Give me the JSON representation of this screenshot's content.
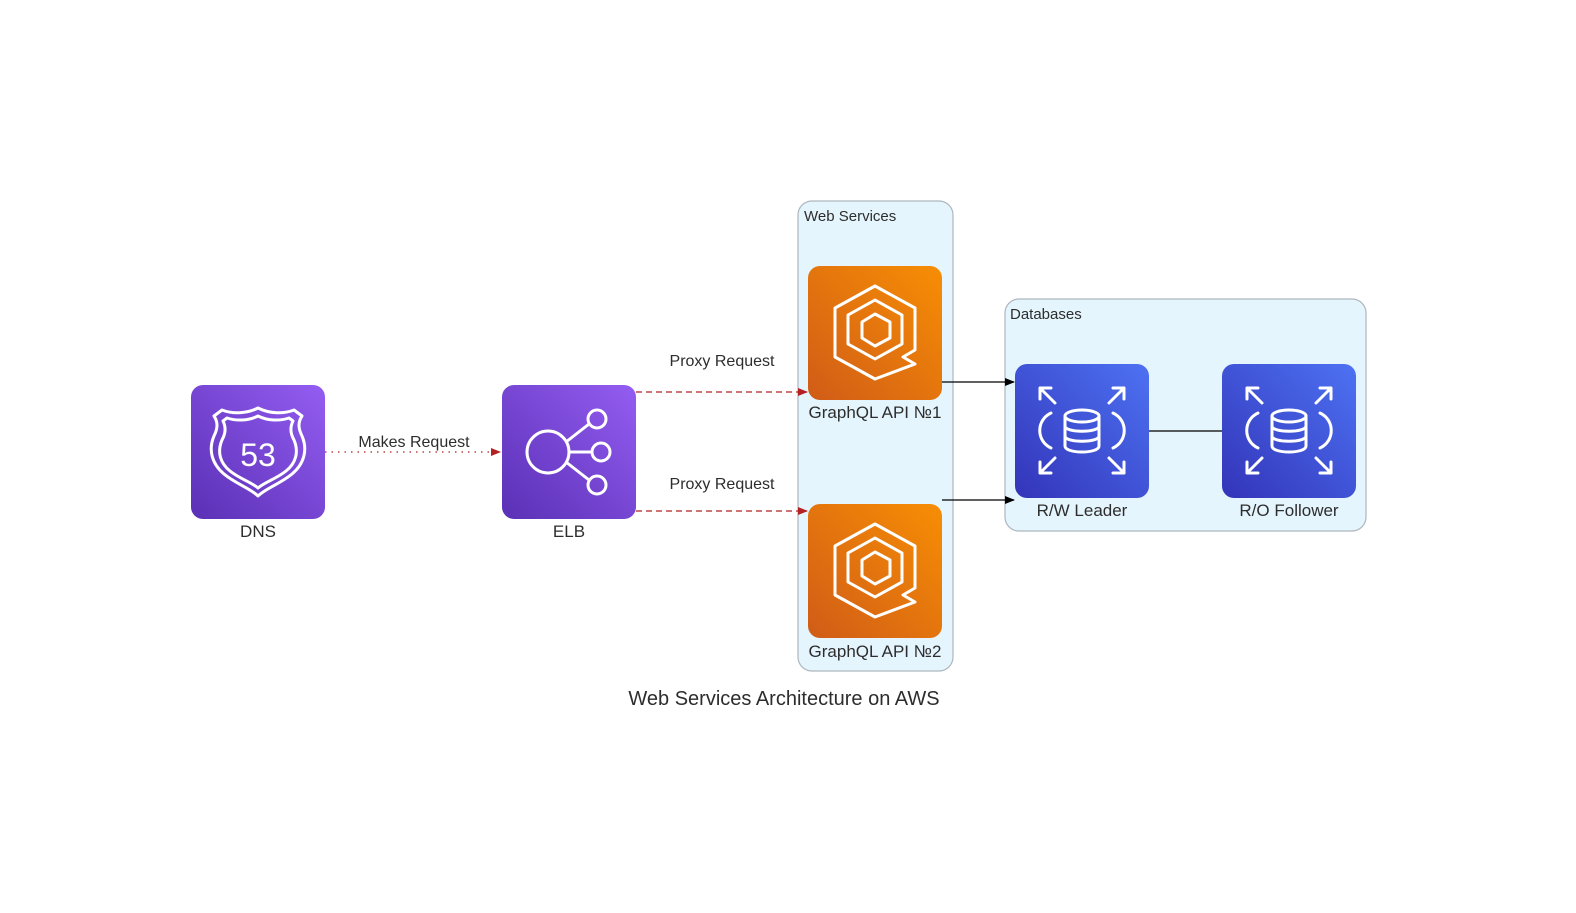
{
  "diagram": {
    "caption": "Web Services Architecture on AWS",
    "clusters": {
      "web": {
        "label": "Web Services"
      },
      "db": {
        "label": "Databases"
      }
    },
    "nodes": {
      "dns": {
        "label": "DNS",
        "icon": "route53-shield-icon",
        "color_top": "#945df2",
        "color_bottom": "#5a30b5"
      },
      "elb": {
        "label": "ELB",
        "icon": "load-balancer-icon",
        "color_top": "#945df2",
        "color_bottom": "#5a30b5"
      },
      "api1": {
        "label": "GraphQL API №1",
        "icon": "ecs-hexagon-icon",
        "color_top": "#f78e04",
        "color_bottom": "#d05c17"
      },
      "api2": {
        "label": "GraphQL API №2",
        "icon": "ecs-hexagon-icon",
        "color_top": "#f78e04",
        "color_bottom": "#d05c17"
      },
      "leader": {
        "label": "R/W Leader",
        "icon": "rds-database-icon",
        "color_top": "#4d72f3",
        "color_bottom": "#3334b9"
      },
      "follower": {
        "label": "R/O Follower",
        "icon": "rds-database-icon",
        "color_top": "#4d72f3",
        "color_bottom": "#3334b9"
      }
    },
    "edges": {
      "dns_elb": {
        "label": "Makes Request",
        "style": "dotted",
        "color": "#b22222"
      },
      "elb_api1": {
        "label": "Proxy Request",
        "style": "dashed",
        "color": "#b22222"
      },
      "elb_api2": {
        "label": "Proxy Request",
        "style": "dashed",
        "color": "#b22222"
      },
      "api1_leader": {
        "label": "",
        "style": "solid",
        "color": "#000000"
      },
      "api2_leader": {
        "label": "",
        "style": "solid",
        "color": "#000000"
      },
      "leader_follower": {
        "label": "",
        "style": "solid",
        "color": "#000000"
      }
    },
    "colors": {
      "cluster_fill": "#e5f5fd",
      "cluster_stroke": "#aeb6be"
    }
  }
}
